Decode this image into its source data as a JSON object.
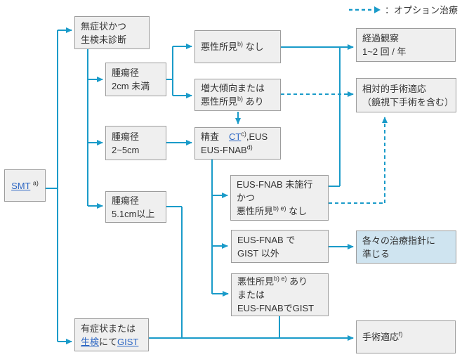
{
  "legend": {
    "label": "：オプション治療"
  },
  "colors": {
    "line": "#1A9BC9",
    "box_border": "#9C9C9C",
    "box_fill": "#EFEFEF",
    "highlight_fill": "#CFE4F0",
    "link": "#2C66C3",
    "text": "#333333"
  },
  "nodes": {
    "smt": {
      "link": "SMT",
      "sup": "a)"
    },
    "asymptomatic": {
      "line1": "無症状かつ",
      "line2": "生検未診断"
    },
    "size_lt2": {
      "line1": "腫瘍径",
      "line2": "2cm 未満"
    },
    "size_2to5": {
      "line1": "腫瘍径",
      "line2": "2~5cm"
    },
    "size_gt5": {
      "line1": "腫瘍径",
      "line2": "5.1cm以上"
    },
    "symptomatic": {
      "line1": "有症状または",
      "link1": "生検",
      "mid": "にて",
      "link2": "GIST"
    },
    "malignant_none": {
      "t1": "悪性所見",
      "sup": "b)",
      "t2": " なし"
    },
    "growth_or_malignant": {
      "line1": "増大傾向または",
      "t1": "悪性所見",
      "sup": "b)",
      "t2": " あり"
    },
    "workup": {
      "t1": "精査",
      "link": "CT",
      "sup1": "c)",
      "t2": ",EUS",
      "t3": "EUS-FNAB",
      "sup2": "d)"
    },
    "eus_not_done": {
      "line1": "EUS-FNAB 未施行",
      "line2": "かつ",
      "t1": "悪性所見",
      "sup": "b) e)",
      "t2": " なし"
    },
    "eus_gist_other": {
      "line1": "EUS-FNAB で",
      "line2": "GIST 以外"
    },
    "malignant_or_gist": {
      "t1": "悪性所見",
      "sup": "b) e)",
      "t2": " あり",
      "line2": "または",
      "line3": "EUS-FNABでGIST"
    },
    "followup": {
      "line1": "経過観察",
      "line2": "1~2 回 / 年"
    },
    "relative_surgery": {
      "line1": "相対的手術適応",
      "line2": "（鏡視下手術を含む）"
    },
    "per_guideline": {
      "line1": "各々の治療指針に",
      "line2": "準じる"
    },
    "surgery": {
      "t1": "手術適応",
      "sup": "f)"
    }
  }
}
